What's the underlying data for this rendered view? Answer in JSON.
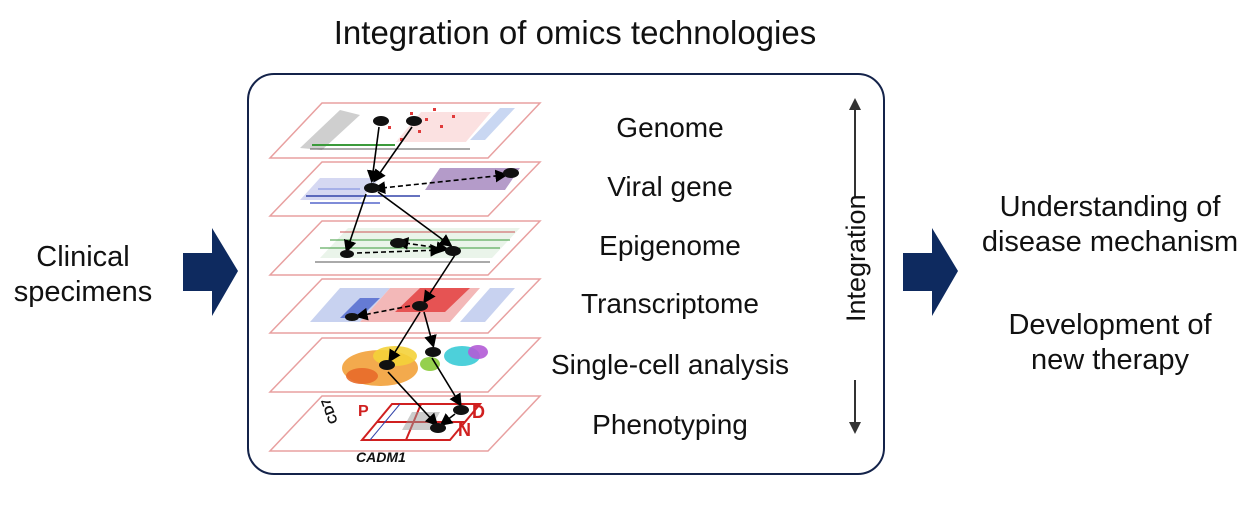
{
  "title": "Integration of omics technologies",
  "input_label": [
    "Clinical",
    "specimens"
  ],
  "layers": [
    "Genome",
    "Viral gene",
    "Epigenome",
    "Transcriptome",
    "Single-cell analysis",
    "Phenotyping"
  ],
  "integration_label": "Integration",
  "outcomes": {
    "first": [
      "Understanding of",
      "disease mechanism"
    ],
    "second": [
      "Development of",
      "new therapy"
    ]
  },
  "phenotyping_plot_text": {
    "x_axis": "CADM1",
    "y_axis": "CD7",
    "gate_d": "D",
    "gate_n": "N",
    "gate_p": "P"
  },
  "colors": {
    "arrow_navy": "#0e2a5f",
    "layer_border": "#e8a0a0",
    "box_border": "#14234a"
  }
}
